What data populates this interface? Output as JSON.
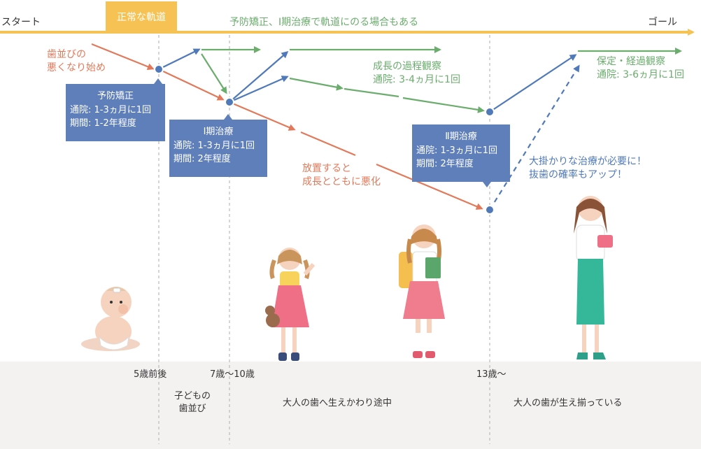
{
  "axis": {
    "start": "スタート",
    "goal": "ゴール"
  },
  "normal_track_label": "正常な軌道",
  "notes": {
    "top_green": "予防矯正、Ⅰ期治療で軌道にのる場合もある",
    "bad_start": [
      "歯並びの",
      "悪くなり始め"
    ],
    "neglect": [
      "放置すると",
      "成長とともに悪化"
    ],
    "observation": [
      "成長の過程観察",
      "通院: 3-4ヵ月に1回"
    ],
    "retention": [
      "保定・経過観察",
      "通院: 3-6ヵ月に1回"
    ],
    "big_treatment": [
      "大掛かりな治療が必要に！",
      "抜歯の確率もアップ！"
    ]
  },
  "boxes": {
    "prevent": {
      "title": "予防矯正",
      "lines": [
        "通院: 1-3ヵ月に1回",
        "期間: 1-2年程度"
      ]
    },
    "phase1": {
      "title": "Ⅰ期治療",
      "lines": [
        "通院: 1-3ヵ月に1回",
        "期間: 2年程度"
      ]
    },
    "phase2": {
      "title": "Ⅱ期治療",
      "lines": [
        "通院: 1-3ヵ月に1回",
        "期間: 2年程度"
      ]
    }
  },
  "ages": {
    "a1": "5歳前後",
    "a2": "7歳〜10歳",
    "a3": "13歳〜"
  },
  "stages": {
    "child_teeth": [
      "子どもの",
      "歯並び"
    ],
    "mixed": "大人の歯へ生えかわり途中",
    "adult": "大人の歯が生え揃っている"
  },
  "colors": {
    "yellow": "#f7c254",
    "orange": "#e2795a",
    "green": "#6aad6c",
    "blue": "#4f79b8",
    "box": "#5f7fba",
    "band": "#f4f2f1"
  }
}
